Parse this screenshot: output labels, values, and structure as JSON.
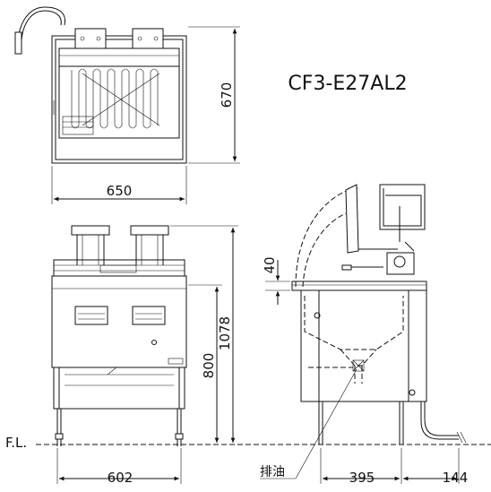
{
  "model": "CF3-E27AL2",
  "dimensions": {
    "top_width": "650",
    "top_depth": "670",
    "front_width": "602",
    "body_height": "800",
    "total_height": "1078",
    "side_depth": "395",
    "side_rear": "144",
    "rim_drop": "40"
  },
  "labels": {
    "floor_level": "F.L.",
    "drain": "排油"
  }
}
